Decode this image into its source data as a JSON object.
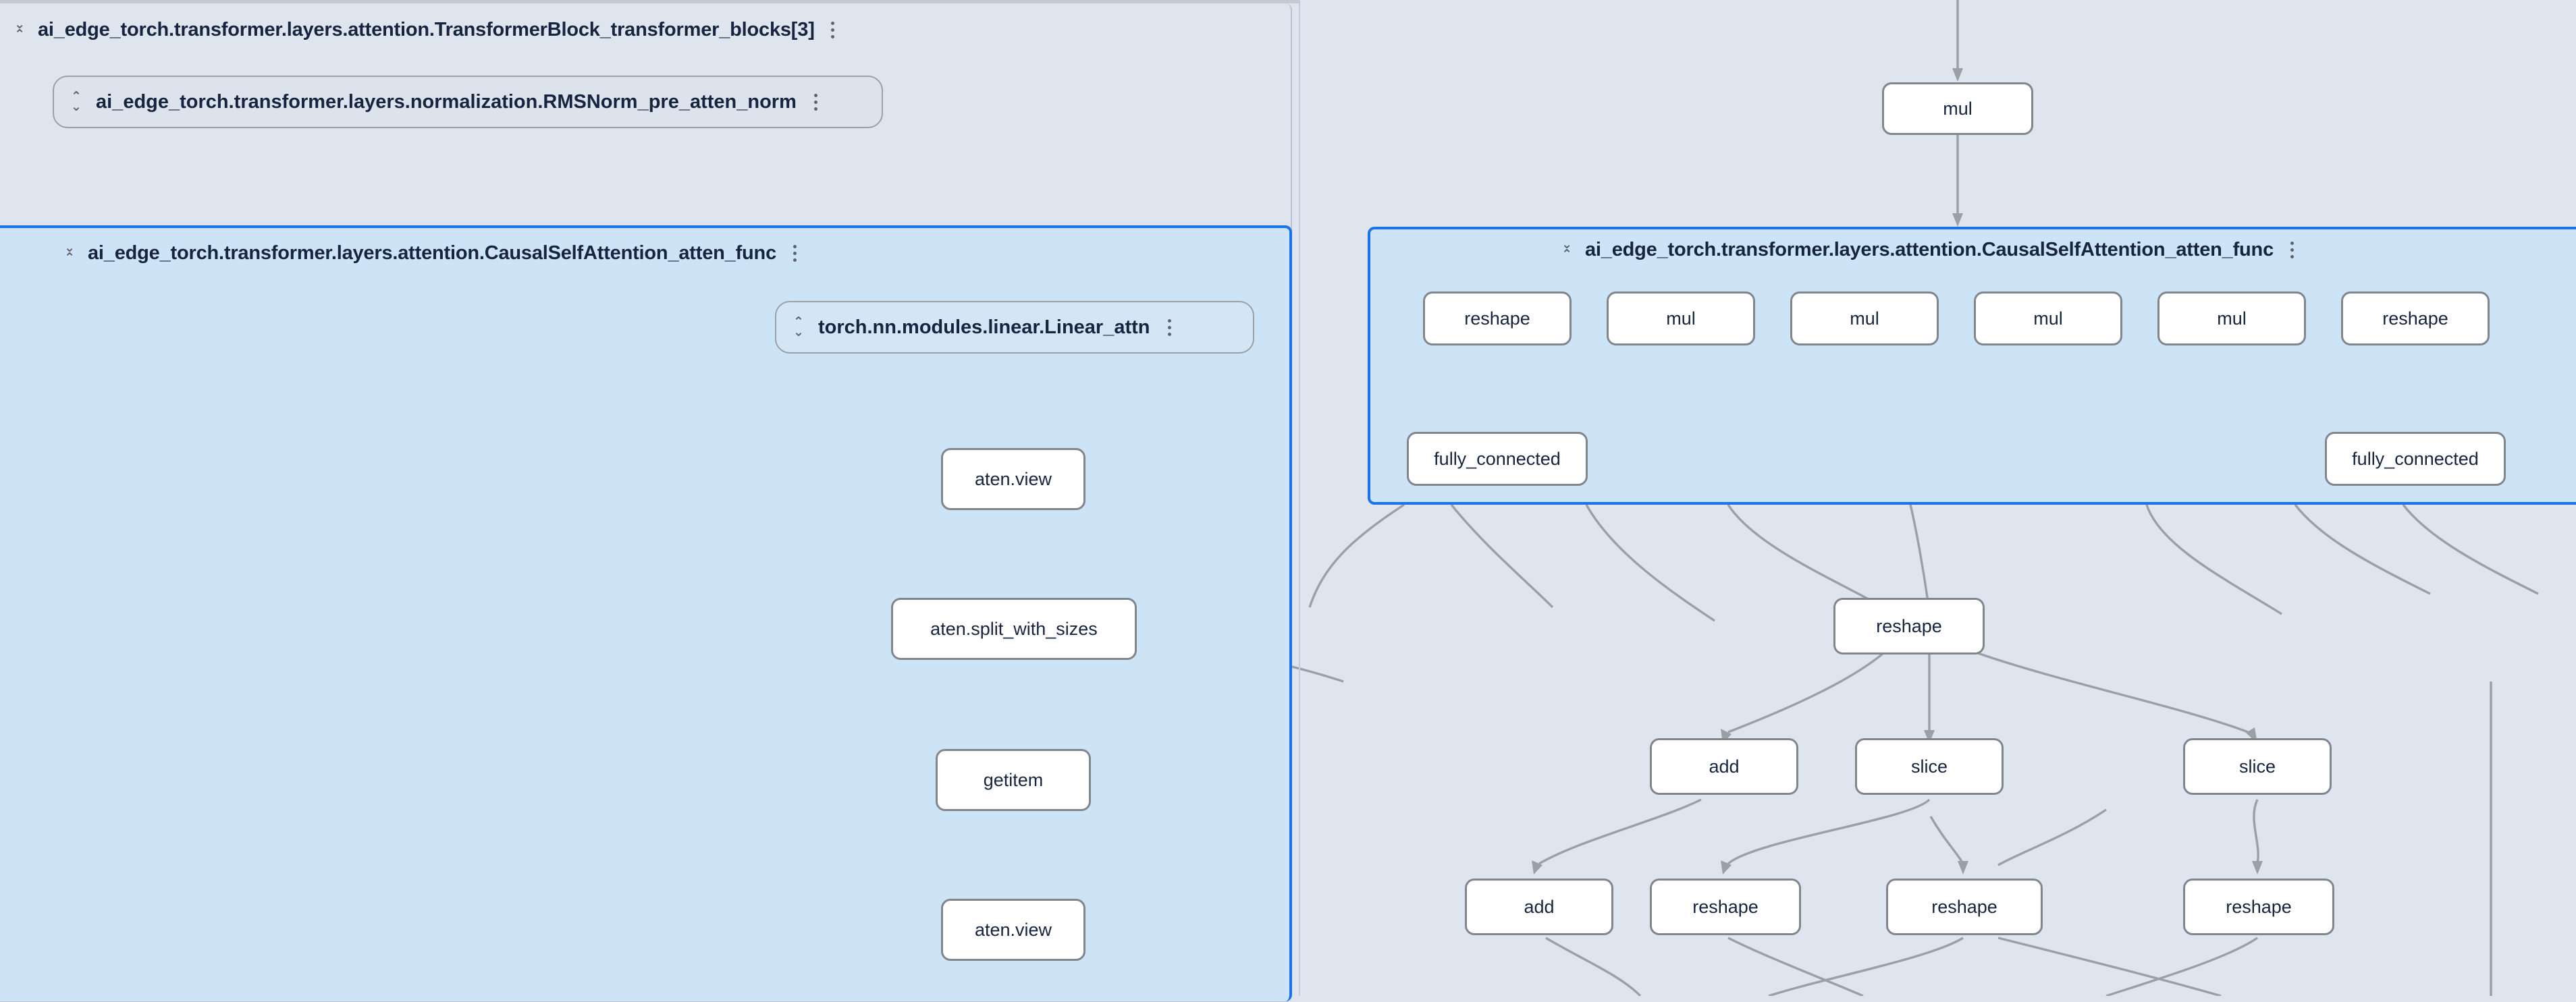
{
  "app": {
    "name": "model-explorer-graph-view",
    "background": "#dfe5ef",
    "selection_color": "#1a73e8",
    "selected_group_fill": "#cde4f7",
    "node_fill": "#ffffff",
    "node_border": "#80868b",
    "edge_color": "#9aa0a6",
    "text_color": "#16243f"
  },
  "left_panel": {
    "group_header": {
      "label": "ai_edge_torch.transformer.layers.attention.TransformerBlock_transformer_blocks[3]",
      "collapse_icon": "collapse-caret-icon",
      "more_icon": "more-vert-icon"
    },
    "child_pill": {
      "label": "ai_edge_torch.transformer.layers.normalization.RMSNorm_pre_atten_norm",
      "expand_icon": "expand-caret-icon",
      "more_icon": "more-vert-icon"
    },
    "selected_group": {
      "label": "ai_edge_torch.transformer.layers.attention.CausalSelfAttention_atten_func",
      "collapse_icon": "collapse-caret-icon",
      "more_icon": "more-vert-icon"
    },
    "linear_pill": {
      "label": "torch.nn.modules.linear.Linear_attn",
      "expand_icon": "expand-caret-icon",
      "more_icon": "more-vert-icon"
    },
    "nodes": [
      {
        "label": "aten.view"
      },
      {
        "label": "aten.split_with_sizes"
      },
      {
        "label": "getitem"
      },
      {
        "label": "aten.view"
      }
    ]
  },
  "right_panel": {
    "top_node": {
      "label": "mul"
    },
    "selected_group": {
      "label": "ai_edge_torch.transformer.layers.attention.CausalSelfAttention_atten_func",
      "collapse_icon": "collapse-caret-icon",
      "more_icon": "more-vert-icon"
    },
    "group_row_nodes": [
      {
        "label": "reshape"
      },
      {
        "label": "mul"
      },
      {
        "label": "mul"
      },
      {
        "label": "mul"
      },
      {
        "label": "mul"
      },
      {
        "label": "reshape"
      }
    ],
    "group_row2_nodes": [
      {
        "label": "fully_connected"
      },
      {
        "label": "fully_connected"
      }
    ],
    "below_nodes_row1": [
      {
        "label": "reshape"
      }
    ],
    "below_nodes_row2": [
      {
        "label": "add"
      },
      {
        "label": "slice"
      },
      {
        "label": "slice"
      }
    ],
    "below_nodes_row3": [
      {
        "label": "add"
      },
      {
        "label": "reshape"
      },
      {
        "label": "reshape"
      },
      {
        "label": "reshape"
      }
    ]
  }
}
